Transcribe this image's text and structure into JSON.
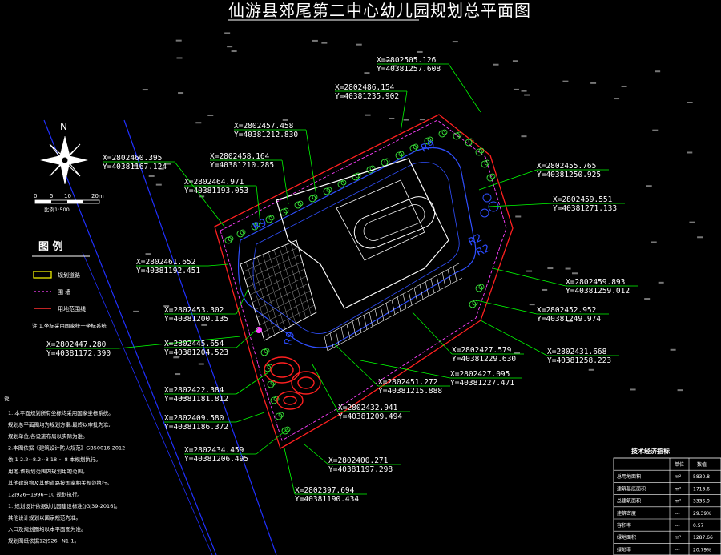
{
  "title": "仙游县郊尾第二中心幼儿园规划总平面图",
  "north": {
    "label": "N"
  },
  "scale": {
    "ticks": [
      "0",
      "5",
      "10",
      "20m"
    ],
    "ratio": "比例1:500"
  },
  "legend": {
    "heading": "图  例",
    "items": [
      {
        "label": "规划道路",
        "color": "#ffff00"
      },
      {
        "label": "围  墙",
        "color": "#ff40ff"
      },
      {
        "label": "用地范围线",
        "color": "#ff3030"
      }
    ],
    "note": "注:1.坐标采用国家统一坐标系统"
  },
  "radius_labels": [
    "R9",
    "R9",
    "R2",
    "R9",
    "R2"
  ],
  "coordinates": [
    {
      "x": "X=2802505.126",
      "y": "Y=40381257.608"
    },
    {
      "x": "X=2802486.154",
      "y": "Y=40381235.902"
    },
    {
      "x": "X=2802457.458",
      "y": "Y=40381212.830"
    },
    {
      "x": "X=2802460.395",
      "y": "Y=40381167.124"
    },
    {
      "x": "X=2802458.164",
      "y": "Y=40381210.285"
    },
    {
      "x": "X=2802464.971",
      "y": "Y=40381193.053"
    },
    {
      "x": "X=2802455.765",
      "y": "Y=40381250.925"
    },
    {
      "x": "X=2802459.551",
      "y": "Y=40381271.133"
    },
    {
      "x": "X=2802461.652",
      "y": "Y=40381192.451"
    },
    {
      "x": "X=2802459.893",
      "y": "Y=40381259.012"
    },
    {
      "x": "X=2802453.302",
      "y": "Y=40381200.135"
    },
    {
      "x": "X=2802452.952",
      "y": "Y=40381249.974"
    },
    {
      "x": "X=2802447.280",
      "y": "Y=40381172.390"
    },
    {
      "x": "X=2802445.654",
      "y": "Y=40381204.523"
    },
    {
      "x": "X=2802427.579",
      "y": "Y=40381229.630"
    },
    {
      "x": "X=2802431.668",
      "y": "Y=40381258.223"
    },
    {
      "x": "X=2802451.272",
      "y": "Y=40381215.888"
    },
    {
      "x": "X=2802427.095",
      "y": "Y=40381227.471"
    },
    {
      "x": "X=2802422.384",
      "y": "Y=40381181.812"
    },
    {
      "x": "X=2802432.941",
      "y": "Y=40381209.494"
    },
    {
      "x": "X=2802409.580",
      "y": "Y=40381186.372"
    },
    {
      "x": "X=2802434.459",
      "y": "Y=40381206.495"
    },
    {
      "x": "X=2802400.271",
      "y": "Y=40381197.298"
    },
    {
      "x": "X=2802397.694",
      "y": "Y=40381190.434"
    }
  ],
  "notes": [
    "说",
    "1. 本平面规划所有坐标均采用国家坐标系统。",
    "规划总平面图均为规划方案,最终以审批为准,",
    "规划单位,各设施布局以实际为准。",
    "2.本图依据《建筑设计防火规范》GB50016-2012",
    "依 1-2.2~8.2~8 18 ~ 8 本规划执行。",
    "用地,该规划范围内规划用地范围。",
    "其他建筑物及其他道路按国家相关规范执行。",
    "12J926~1996~10 规划执行。",
    "1. 规划设计依据幼儿园建设标准(JGJ39-2016)。",
    "其他设计规划以国家规范为准。",
    "入口及规划图均以本平面图为准。",
    "规划图纸依据12J926~N1-1。"
  ],
  "tech_table": {
    "title": "技术经济指标",
    "headers": [
      "",
      "单位",
      "数值"
    ],
    "rows": [
      {
        "name": "总用地面积",
        "unit": "m²",
        "value": "5830.8"
      },
      {
        "name": "建筑基底面积",
        "unit": "m²",
        "value": "1713.6"
      },
      {
        "name": "总建筑面积",
        "unit": "m²",
        "value": "3336.9"
      },
      {
        "name": "建筑密度",
        "unit": "---",
        "value": "29.39%"
      },
      {
        "name": "容积率",
        "unit": "---",
        "value": "0.57"
      },
      {
        "name": "绿地面积",
        "unit": "m²",
        "value": "1287.66"
      },
      {
        "name": "绿地率",
        "unit": "---",
        "value": "20.79%"
      }
    ]
  },
  "colors": {
    "boundary": "#ff2020",
    "wall": "#ff40ff",
    "building": "#ffffff",
    "leader": "#00ff00",
    "road": "#3050ff",
    "axis": "#2030ff",
    "tree": "#40ff40",
    "playground": "#ff2020"
  }
}
